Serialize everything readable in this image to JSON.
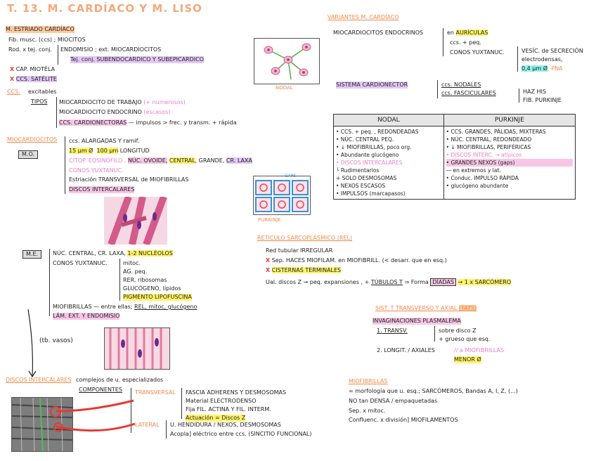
{
  "title": "T. 13. M. CARDÍACO Y M. LISO",
  "estriado": {
    "heading": "M. ESTRIADO CARDÍACO",
    "l1": "Fib. musc. (ccs) ; MIOCITOS",
    "l2a": "Rod. x tej. conj.",
    "l2b": "ENDOMISIO ; ext. MIOCARDIOCITOS",
    "l3": "Tej. conj. SUBENDOCARDICO Y SUBEPICARDICO",
    "x1": "CAP. MIOTÉLA",
    "x2": "CCS. SATÉLITE"
  },
  "ccs": {
    "heading": "CCS.",
    "excitables": "excitables",
    "tipos": "TIPOS",
    "t1": "MIOCARDIOCITO DE TRABAJO",
    "t1note": "(+ numerosos)",
    "t2": "MIOCARDIOCITO ENDOCRINO",
    "t2note": "(escasos)",
    "t3": "CCS. CARDIONECTORAS",
    "t3note": "— impulsos > frec. y transm. + rápida"
  },
  "mio": {
    "heading": "MIOCARDIOCITOS",
    "mo": "M.O.",
    "l1": "ccs. ALARGADAS Y ramif.",
    "l2a": "15 μm Ø",
    "l2b": "100 μm",
    "l2c": "LONGITUD",
    "l3a": "CITOP. EOSINÓFILO ,",
    "l3b": "NÚC. OVOIDE,",
    "l3c": "CENTRAL",
    "l3d": ", GRANDE,",
    "l3e": "CR. LAXA",
    "l4": "CONOS YUXTANUC.",
    "l5": "Estriación TRANSVERSAL de MIOFIBRILLAS",
    "l6": "DISCOS INTERCALARES"
  },
  "me": {
    "label": "M.E.",
    "l1a": "NÚC. CENTRAL, CR. LAXA,",
    "l1b": "1-2 NUCLÉOLOS",
    "l2": "CONOS YUXTANUC.",
    "l2a": "mitoc.",
    "l2b": "AG. peq.",
    "l2c": "RER. ribosomas",
    "l2d": "GLUCÓGENO, lípidos",
    "l2e": "PIGMENTO LIPOFUSCINA",
    "l3": "MIOFIBRILLAS — entre ellas;",
    "l3b": "REL, mitoc, glucógeno",
    "l4": "LÁM. EXT. Y ENDOMISIO"
  },
  "vasos": "(tb. vasos)",
  "discos": {
    "heading": "DISCOS INTERCALARES",
    "l1": "complejos de u. especializados",
    "comp": "COMPONENTES",
    "trans": "TRANSVERSAL",
    "tr1": "FASCIA ADHERENS Y DESMOSOMAS",
    "tr2": "Material ELECTRODENSO",
    "tr3": "Fija FIL. ACTINA Y FIL. INTERM.",
    "tr4": "Actuación = Discos Z",
    "lat": "LATERAL",
    "lt1": "U. HENDIDURA / NEXOS, DESMOSOMAS",
    "lt2": "Acopla] eléctrico entre ccs. (SINCITIO FUNCIONAL)"
  },
  "variantes": {
    "heading": "VARIANTES M. CARDÍACO",
    "l1": "MIOCARDIOCITOS ENDOCRINOS",
    "en": "en",
    "aur": "AURÍCULAS",
    "ccs": "ccs. + peq.",
    "conos": "CONOS YUXTANUC.",
    "v1": "VESÍC. de SECRECIÓN",
    "v2": "electrodensas,",
    "v3": "0,4 μm Ø",
    "pna": "; PNA"
  },
  "sistema": {
    "heading": "SISTEMA CARDIONECTOR",
    "l1": "ccs. NODALES",
    "l2": "ccs. FASCICULARES",
    "b1": "HAZ HIS",
    "b2": "FIB. PURKINJE"
  },
  "nodal_label": "NODAL",
  "purkinje_label": "PURKINJE",
  "gaps_label": "GAPS",
  "table": {
    "h1": "NODAL",
    "h2": "PURKINJE",
    "nodal": [
      "• CCS. + peq. , REDONDEADAS",
      "• NÚC. CENTRAL PEQ.",
      "• ↓ MIOFIBRILLAS, poco org.",
      "• Abundante glucógeno",
      "• DISCOS INTERCALARES",
      "   └ Rudimentarios",
      "     + SOLO DESMOSOMAS",
      "• NEXOS ESCASOS",
      "• IMPULSOS (marcapasos)"
    ],
    "purk": [
      "• CCS. GRANDES, PÁLIDAS, MIXTERAS",
      "• NÚC. CENTRAL, REDONDEADO",
      "• ↓ MIOFIBRILLAS, PERIFÉRICAS",
      "• DISCOS INTERC. → atípicos",
      "• GRANDES NEXOS (gaps)",
      "    — en extremos y lat.",
      "• Conduc. IMPULSO RÁPIDA",
      "• glucógeno abundante"
    ]
  },
  "reticulo": {
    "heading": "RETÍCULO SARCOPLÁSMICO (REL)",
    "l1": "Red tubular IRREGULAR",
    "l2": "Sep. HACES MIOFILAM. en MIOFIBRILL. (< desarr. que en esq.)",
    "l3": "CISTERNAS TERMINALES",
    "l4a": "Ual. discos Z → peq. expansiones , +",
    "l4b": "TÚBULOS T",
    "l4c": "⇒ Forma",
    "l4d": "DÍADAS",
    "l4e": "→ 1 x SARCÓMERO"
  },
  "sist_t": {
    "heading": "SIST. T TRANSVERSO Y AXIAL",
    "tag": "(TATS)",
    "l1": "INVAGINACIONES PLASMALEMA",
    "l2a": "1. TRANSV.",
    "l2b": "sobre disco Z",
    "l2c": "+ grueso que esq.",
    "l3a": "2. LONGIT. / AXIALES",
    "l3b": "// a MIOFIBRILLAS",
    "l3c": "MENOR Ø"
  },
  "miofib": {
    "heading": "MIOFIBRILLAS",
    "l1": "= morfología que u. esq.; SARCÓMEROS, Bandas A, I, Z, (...)",
    "l2": "NO tan DENSA / empaquetadas",
    "l3": "Sep. x mitoc.",
    "l4": "Confluenc. x división] MIOFILAMENTOS"
  },
  "colors": {
    "accent_orange": "#f08a4b",
    "highlight_yellow": "#fff36a",
    "highlight_pink": "#f7c6e6",
    "highlight_lilac": "#e2c8f5",
    "red": "#e53935"
  }
}
